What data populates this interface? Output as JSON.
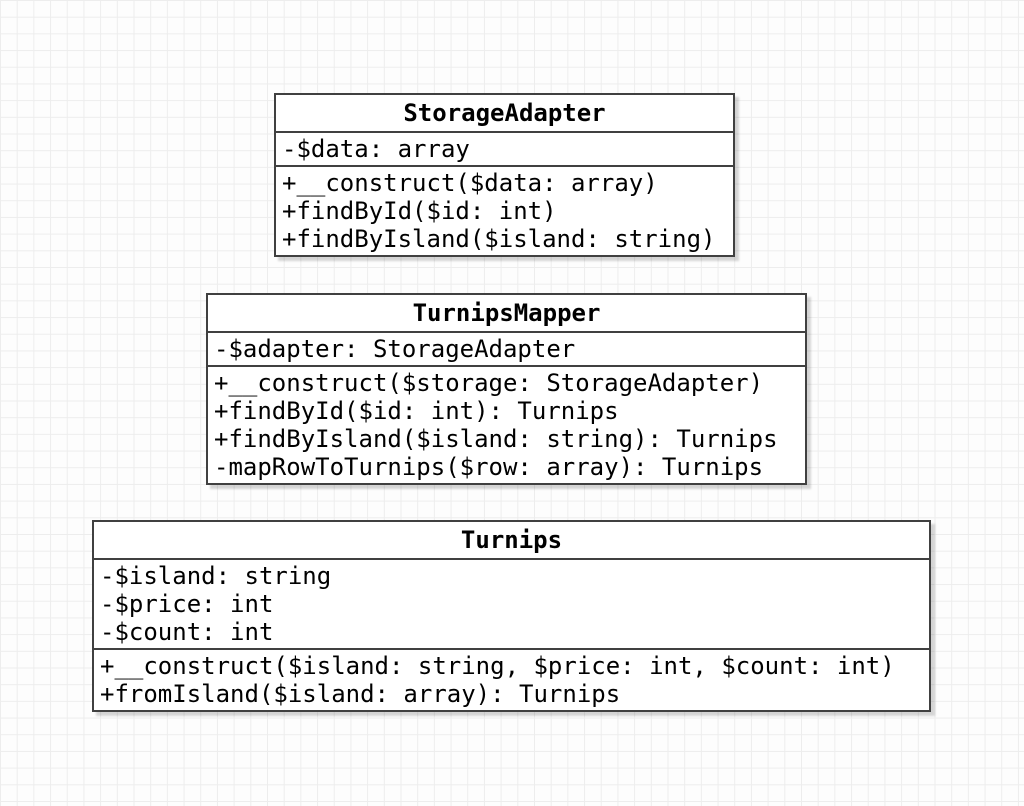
{
  "diagram": {
    "type": "uml-class-diagram",
    "colors": {
      "canvas_background": "#fdfdfd",
      "grid_line": "#ededed",
      "box_fill": "#ffffff",
      "box_border": "#404040",
      "text": "#000000"
    }
  },
  "classes": [
    {
      "name": "StorageAdapter",
      "attributes": [
        "-$data: array"
      ],
      "methods": [
        "+__construct($data: array)",
        "+findById($id: int)",
        "+findByIsland($island: string)"
      ]
    },
    {
      "name": "TurnipsMapper",
      "attributes": [
        "-$adapter: StorageAdapter"
      ],
      "methods": [
        "+__construct($storage: StorageAdapter)",
        "+findById($id: int): Turnips",
        "+findByIsland($island: string): Turnips",
        "-mapRowToTurnips($row: array): Turnips"
      ]
    },
    {
      "name": "Turnips",
      "attributes": [
        "-$island: string",
        "-$price: int",
        "-$count: int"
      ],
      "methods": [
        "+__construct($island: string, $price: int, $count: int)",
        "+fromIsland($island: array): Turnips"
      ]
    }
  ]
}
